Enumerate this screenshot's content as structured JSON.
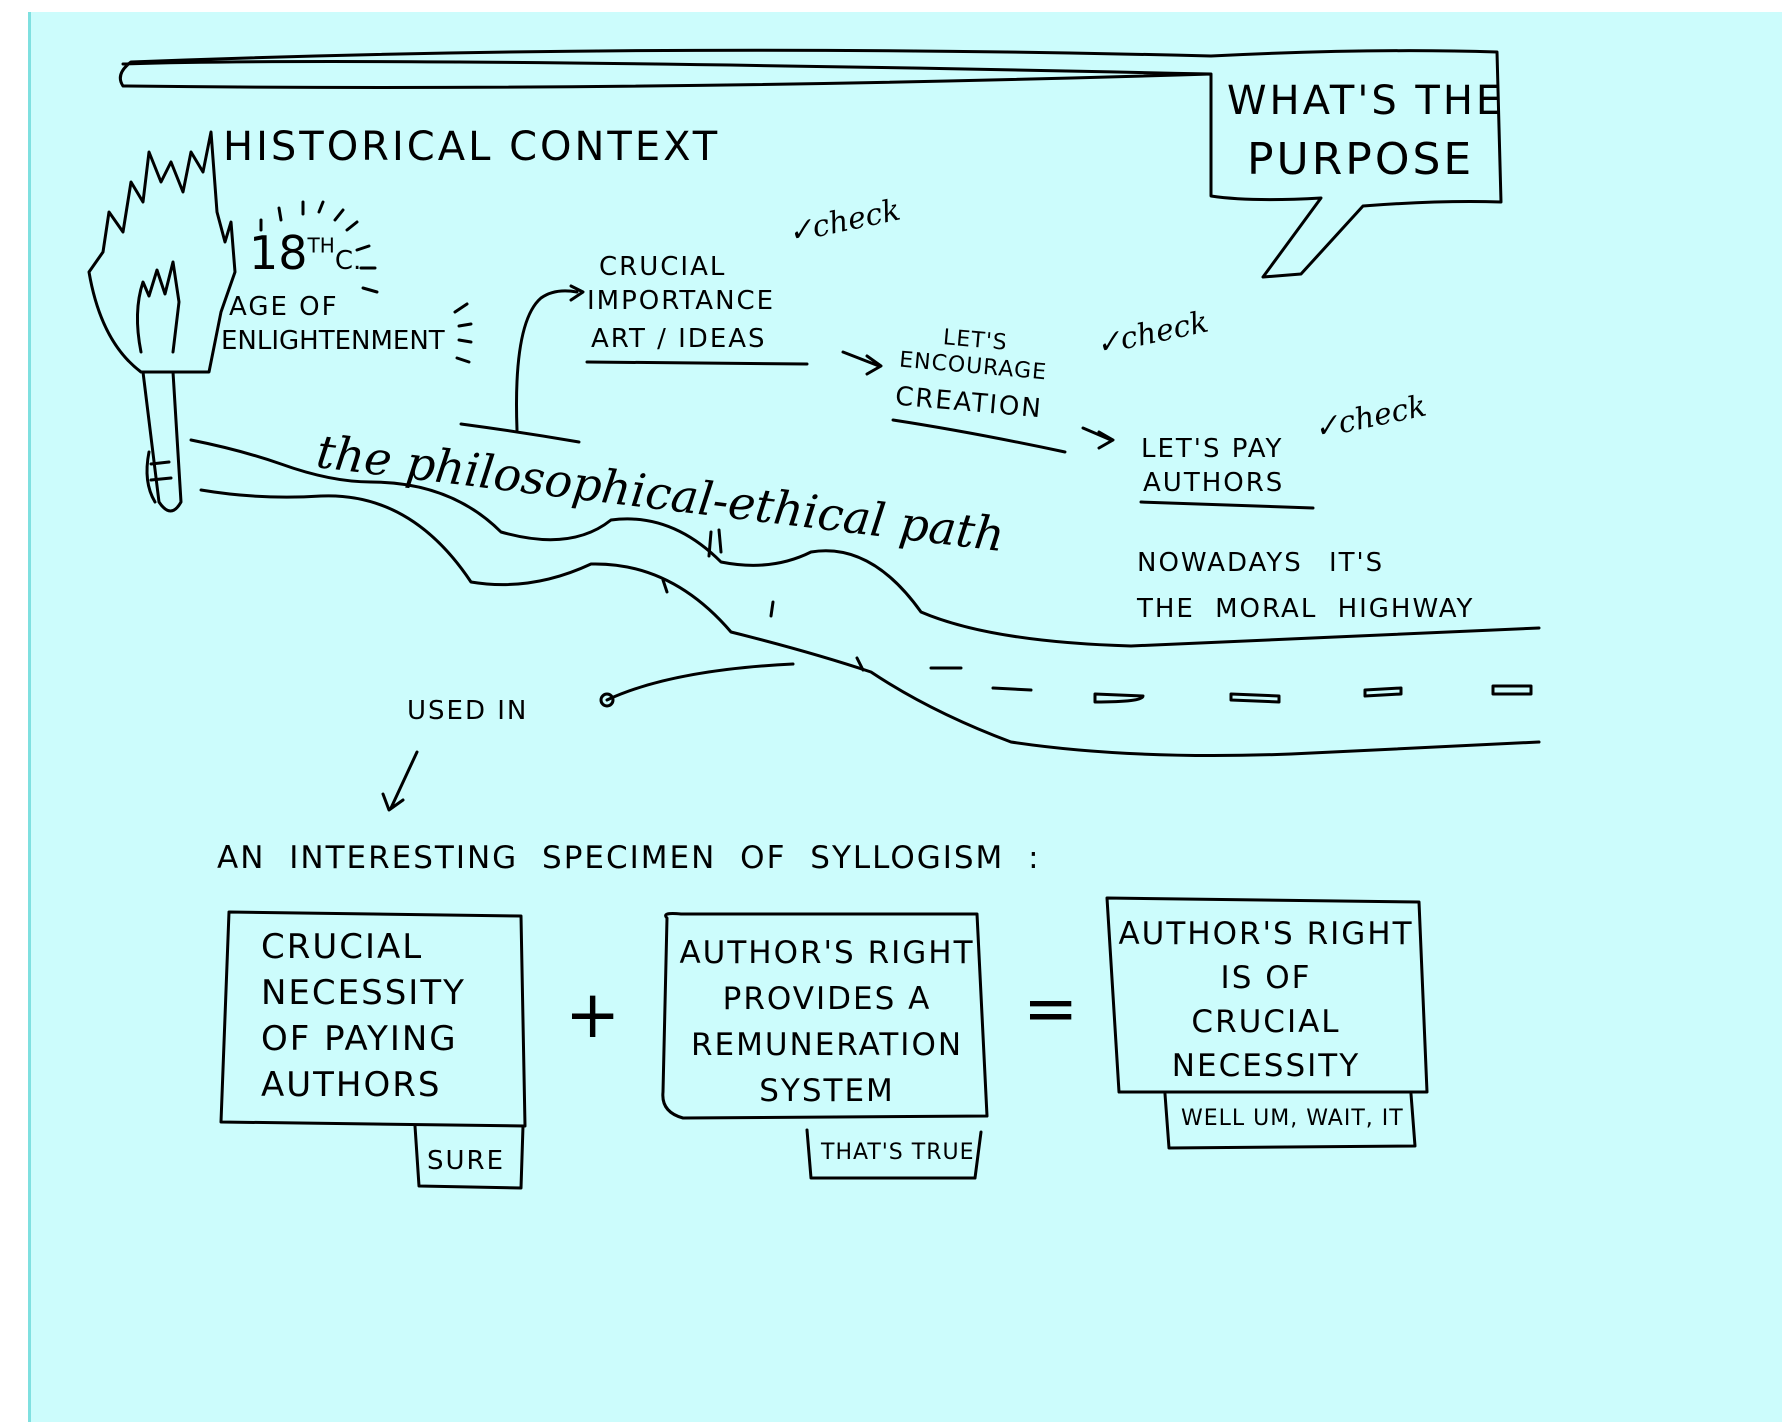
{
  "colors": {
    "background": "#ccfcfc",
    "ink": "#000000"
  },
  "title": "HISTORICAL CONTEXT",
  "purpose": {
    "line1": "WHAT'S THE",
    "line2": "PURPOSE"
  },
  "century": {
    "number": "18",
    "suffix": "th",
    "unit": "c."
  },
  "era": {
    "line1": "AGE OF",
    "line2": "ENLIGHTENMENT"
  },
  "path_label": "the philosophical-ethical path",
  "steps": [
    {
      "lines": [
        "CRUCIAL",
        "IMPORTANCE",
        "ART / IDEAS"
      ]
    },
    {
      "lines": [
        "LET'S",
        "ENCOURAGE",
        "CREATION"
      ]
    },
    {
      "lines": [
        "LET'S PAY",
        "AUTHORS"
      ]
    }
  ],
  "check_label": "check",
  "highway": {
    "line1": "NOWADAYS IT'S",
    "line2": "THE MORAL HIGHWAY"
  },
  "used_in": "USED IN",
  "syllogism_title": "AN INTERESTING SPECIMEN OF SYLLOGISM :",
  "premise1": {
    "lines": [
      "CRUCIAL",
      "NECESSITY",
      "OF PAYING",
      "AUTHORS"
    ],
    "tag": "SURE"
  },
  "operator_plus": "+",
  "premise2": {
    "lines": [
      "AUTHOR'S RIGHT",
      "PROVIDES A",
      "REMUNERATION",
      "SYSTEM"
    ],
    "tag": "THAT'S TRUE"
  },
  "operator_equals": "=",
  "conclusion": {
    "lines": [
      "AUTHOR'S RIGHT",
      "IS OF",
      "CRUCIAL",
      "NECESSITY"
    ],
    "tag": "WELL UM, WAIT, IT"
  },
  "icons": [
    "torch-icon",
    "sun-rays-icon",
    "checkmark-icon",
    "arrow-icon",
    "road-icon"
  ]
}
